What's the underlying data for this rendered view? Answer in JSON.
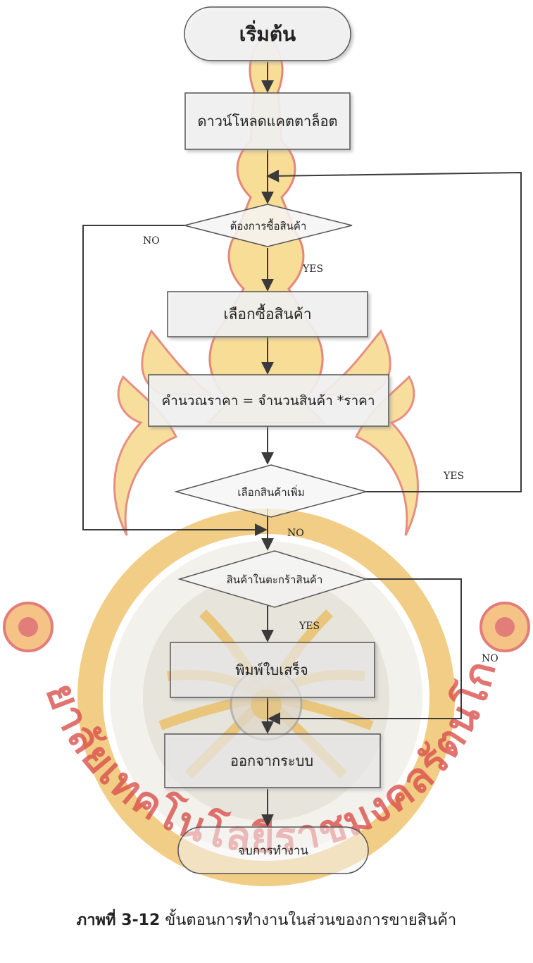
{
  "watermark": {
    "name": "university-seal-watermark",
    "text": "มหาวิทยาลัยเทคโนโลยีราชมงคลรัตนโกสินทร์",
    "colors": {
      "gold": "#f2c85a",
      "red": "#d2322c",
      "orange": "#f0a040",
      "gray": "#b5b5b5"
    }
  },
  "flowchart": {
    "start": "เริ่มต้น",
    "download_catalog": "ดาวน์โหลดแคตตาล็อต",
    "decision_want_buy": "ต้องการซื้อสินค้า",
    "select_product": "เลือกซื้อสินค้า",
    "calculate_price": "คำนวณราคา = จำนวนสินค้า *ราคา",
    "decision_more": "เลือกสินค้าเพิ่ม",
    "decision_cart": "สินค้าในตะกร้าสินค้า",
    "print_receipt": "พิมพ์ใบเสร็จ",
    "logout": "ออกจากระบบ",
    "end": "จบการทำงาน",
    "labels": {
      "want_buy_no": "NO",
      "want_buy_yes": "YES",
      "more_yes": "YES",
      "more_no": "NO",
      "cart_yes": "YES",
      "cart_no": "NO"
    },
    "colors": {
      "line": "#3a3a3a",
      "arrow": "#4a3a2a",
      "box_fill": "#f4f4f4",
      "box_stroke": "#555555"
    }
  },
  "caption": {
    "label": "ภาพที่ 3-12",
    "text": "ขั้นตอนการทำงานในส่วนของการขายสินค้า"
  }
}
